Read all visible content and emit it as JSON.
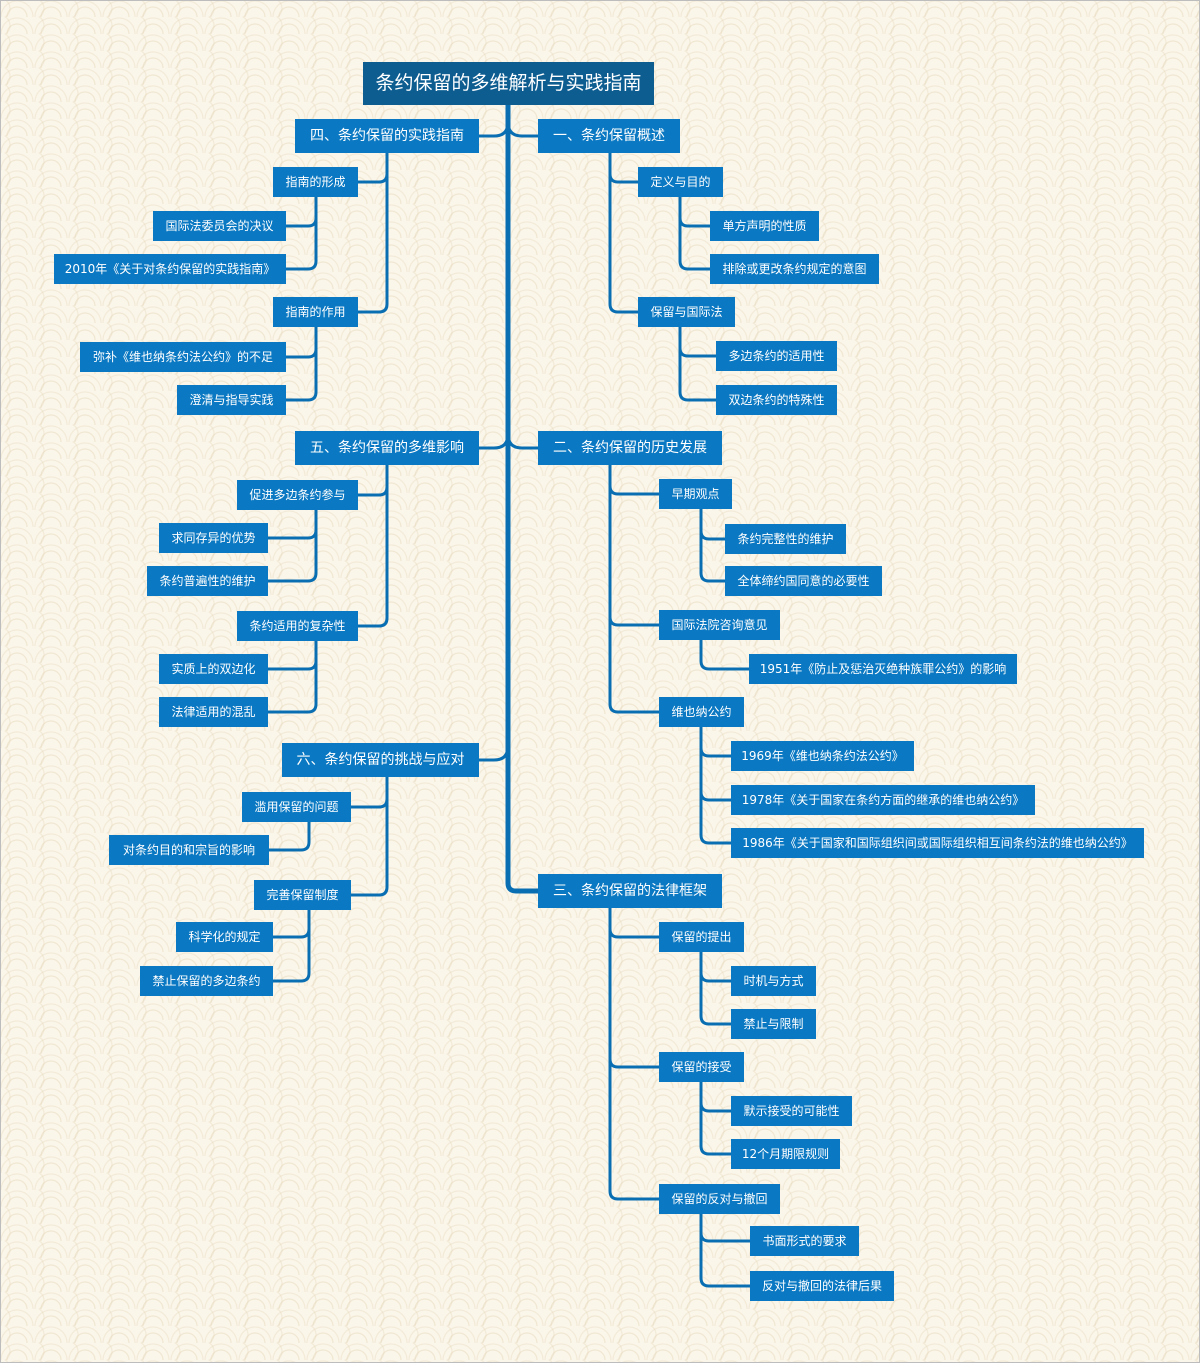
{
  "title": "条约保留的多维解析与实践指南",
  "branches": [
    {
      "label": "一、条约保留概述",
      "children": [
        {
          "label": "定义与目的",
          "children": [
            "单方声明的性质",
            "排除或更改条约规定的意图"
          ]
        },
        {
          "label": "保留与国际法",
          "children": [
            "多边条约的适用性",
            "双边条约的特殊性"
          ]
        }
      ]
    },
    {
      "label": "二、条约保留的历史发展",
      "children": [
        {
          "label": "早期观点",
          "children": [
            "条约完整性的维护",
            "全体缔约国同意的必要性"
          ]
        },
        {
          "label": "国际法院咨询意见",
          "children": [
            "1951年《防止及惩治灭绝种族罪公约》的影响"
          ]
        },
        {
          "label": "维也纳公约",
          "children": [
            "1969年《维也纳条约法公约》",
            "1978年《关于国家在条约方面的继承的维也纳公约》",
            "1986年《关于国家和国际组织间或国际组织相互间条约法的维也纳公约》"
          ]
        }
      ]
    },
    {
      "label": "三、条约保留的法律框架",
      "children": [
        {
          "label": "保留的提出",
          "children": [
            "时机与方式",
            "禁止与限制"
          ]
        },
        {
          "label": "保留的接受",
          "children": [
            "默示接受的可能性",
            "12个月期限规则"
          ]
        },
        {
          "label": "保留的反对与撤回",
          "children": [
            "书面形式的要求",
            "反对与撤回的法律后果"
          ]
        }
      ]
    },
    {
      "label": "四、条约保留的实践指南",
      "children": [
        {
          "label": "指南的形成",
          "children": [
            "国际法委员会的决议",
            "2010年《关于对条约保留的实践指南》"
          ]
        },
        {
          "label": "指南的作用",
          "children": [
            "弥补《维也纳条约法公约》的不足",
            "澄清与指导实践"
          ]
        }
      ]
    },
    {
      "label": "五、条约保留的多维影响",
      "children": [
        {
          "label": "促进多边条约参与",
          "children": [
            "求同存异的优势",
            "条约普遍性的维护"
          ]
        },
        {
          "label": "条约适用的复杂性",
          "children": [
            "实质上的双边化",
            "法律适用的混乱"
          ]
        }
      ]
    },
    {
      "label": "六、条约保留的挑战与应对",
      "children": [
        {
          "label": "滥用保留的问题",
          "children": [
            "对条约目的和宗旨的影响"
          ]
        },
        {
          "label": "完善保留制度",
          "children": [
            "科学化的规定",
            "禁止保留的多边条约"
          ]
        }
      ]
    }
  ],
  "colors": {
    "node": "#0a78c2",
    "root": "#0d5d91",
    "line": "#0a6fb2",
    "background": "#fbf6ea"
  }
}
